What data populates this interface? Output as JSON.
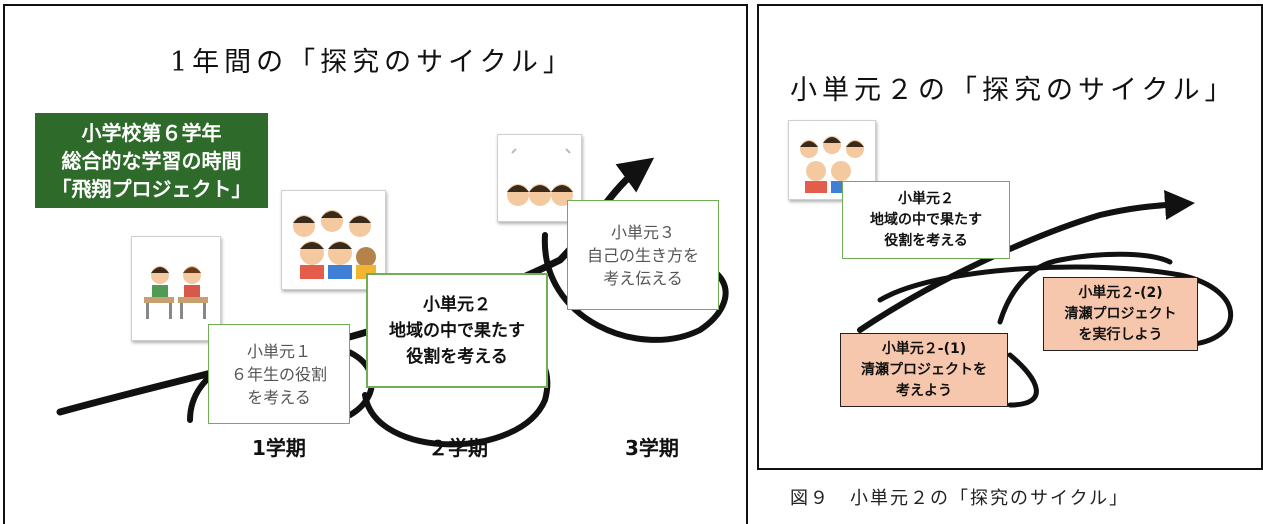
{
  "left_panel": {
    "title": "1年間の「探究のサイクル」",
    "badge_lines": [
      "小学校第６学年",
      "総合的な学習の時間",
      "「飛翔プロジェクト」"
    ],
    "unit1_lines": [
      "小単元１",
      "６年生の役割",
      "を考える"
    ],
    "unit2_lines": [
      "小単元２",
      "地域の中で果たす",
      "役割を考える"
    ],
    "unit3_lines": [
      "小単元３",
      "自己の生き方を",
      "考え伝える"
    ],
    "terms": [
      "1学期",
      "２学期",
      "3学期"
    ],
    "images": [
      "two-students-at-desks",
      "group-of-children",
      "three-children-faces"
    ]
  },
  "right_panel": {
    "title": "小単元２の「探究のサイクル」",
    "unit2_lines": [
      "小単元２",
      "地域の中で果たす",
      "役割を考える"
    ],
    "sub1_lines": [
      "小単元２-(1)",
      "清瀬プロジェクトを",
      "考えよう"
    ],
    "sub2_lines": [
      "小単元２-(2)",
      "清瀬プロジェクト",
      "を実行しよう"
    ],
    "images": [
      "group-of-children"
    ]
  },
  "caption": "図９　小単元２の「探究のサイクル」",
  "colors": {
    "badge": "#2e6b2a",
    "box_border": "#6fae55",
    "peach": "#f6c7ad",
    "arrow": "#111111"
  }
}
